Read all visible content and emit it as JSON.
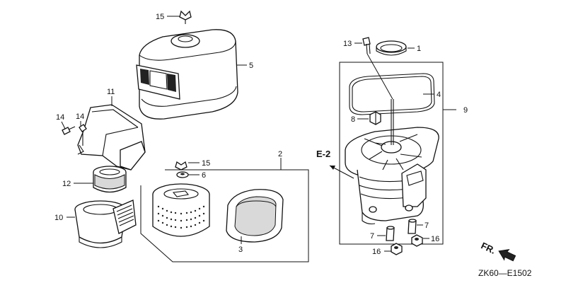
{
  "diagram": {
    "callouts": [
      {
        "id": "c15a",
        "text": "15"
      },
      {
        "id": "c5",
        "text": "5"
      },
      {
        "id": "c11",
        "text": "11"
      },
      {
        "id": "c14a",
        "text": "14"
      },
      {
        "id": "c14b",
        "text": "14"
      },
      {
        "id": "c12",
        "text": "12"
      },
      {
        "id": "c10",
        "text": "10"
      },
      {
        "id": "c2",
        "text": "2"
      },
      {
        "id": "c15b",
        "text": "15"
      },
      {
        "id": "c6",
        "text": "6"
      },
      {
        "id": "c3",
        "text": "3"
      },
      {
        "id": "c13",
        "text": "13"
      },
      {
        "id": "c1",
        "text": "1"
      },
      {
        "id": "c4",
        "text": "4"
      },
      {
        "id": "c9",
        "text": "9"
      },
      {
        "id": "c8",
        "text": "8"
      },
      {
        "id": "c7a",
        "text": "7"
      },
      {
        "id": "c7b",
        "text": "7"
      },
      {
        "id": "c16a",
        "text": "16"
      },
      {
        "id": "c16b",
        "text": "16"
      }
    ],
    "ref_label": "E-2",
    "direction_label": "FR.",
    "figure_code": "ZK60—E1502"
  },
  "colors": {
    "line": "#111111",
    "background": "#ffffff"
  }
}
